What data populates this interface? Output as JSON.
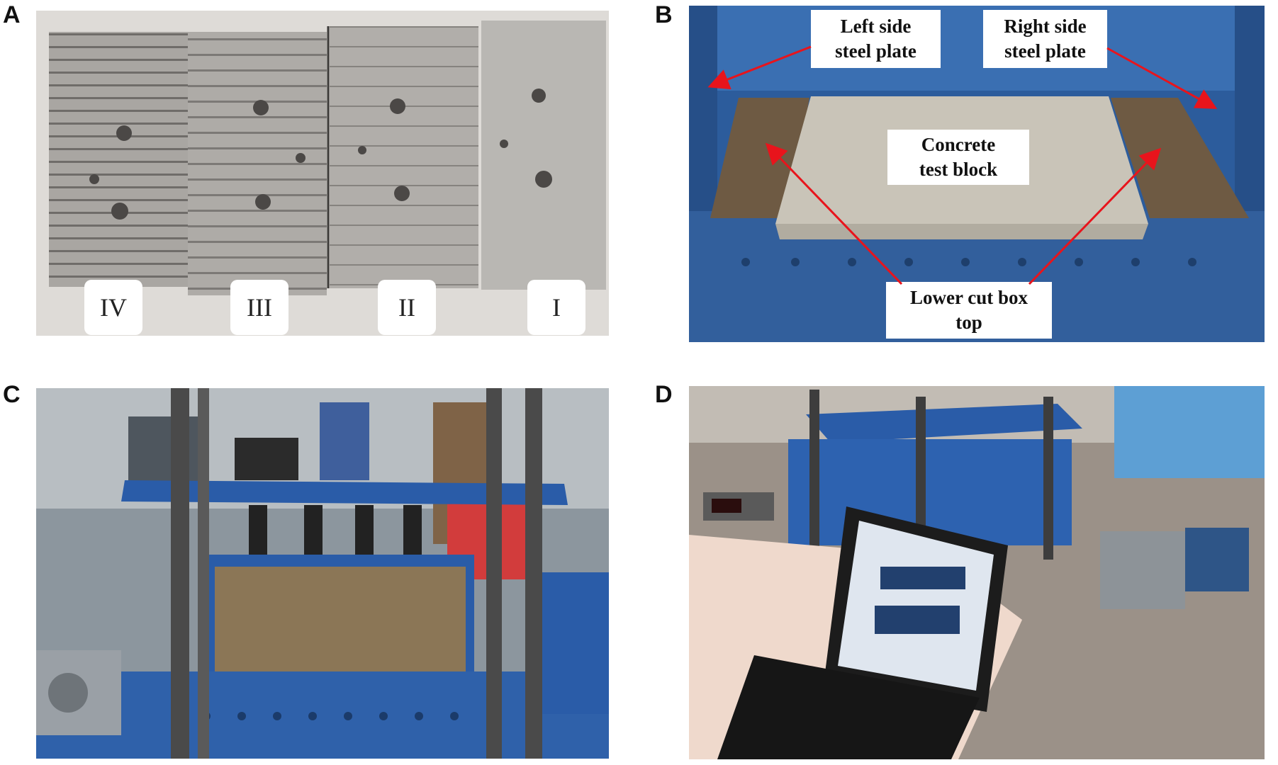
{
  "panels": {
    "a": {
      "letter": "A",
      "plates": [
        "IV",
        "III",
        "II",
        "I"
      ]
    },
    "b": {
      "letter": "B",
      "labels": {
        "left_plate": "Left side\nsteel plate",
        "right_plate": "Right side\nsteel plate",
        "concrete": "Concrete\ntest block",
        "lower_box": "Lower cut box\ntop"
      },
      "arrow_color": "#e8141c"
    },
    "c": {
      "letter": "C"
    },
    "d": {
      "letter": "D"
    }
  },
  "colors": {
    "machine_blue": "#2a5ca8",
    "concrete_gray": "#c9c4b8",
    "steel_plate": "#b6b3ae"
  }
}
